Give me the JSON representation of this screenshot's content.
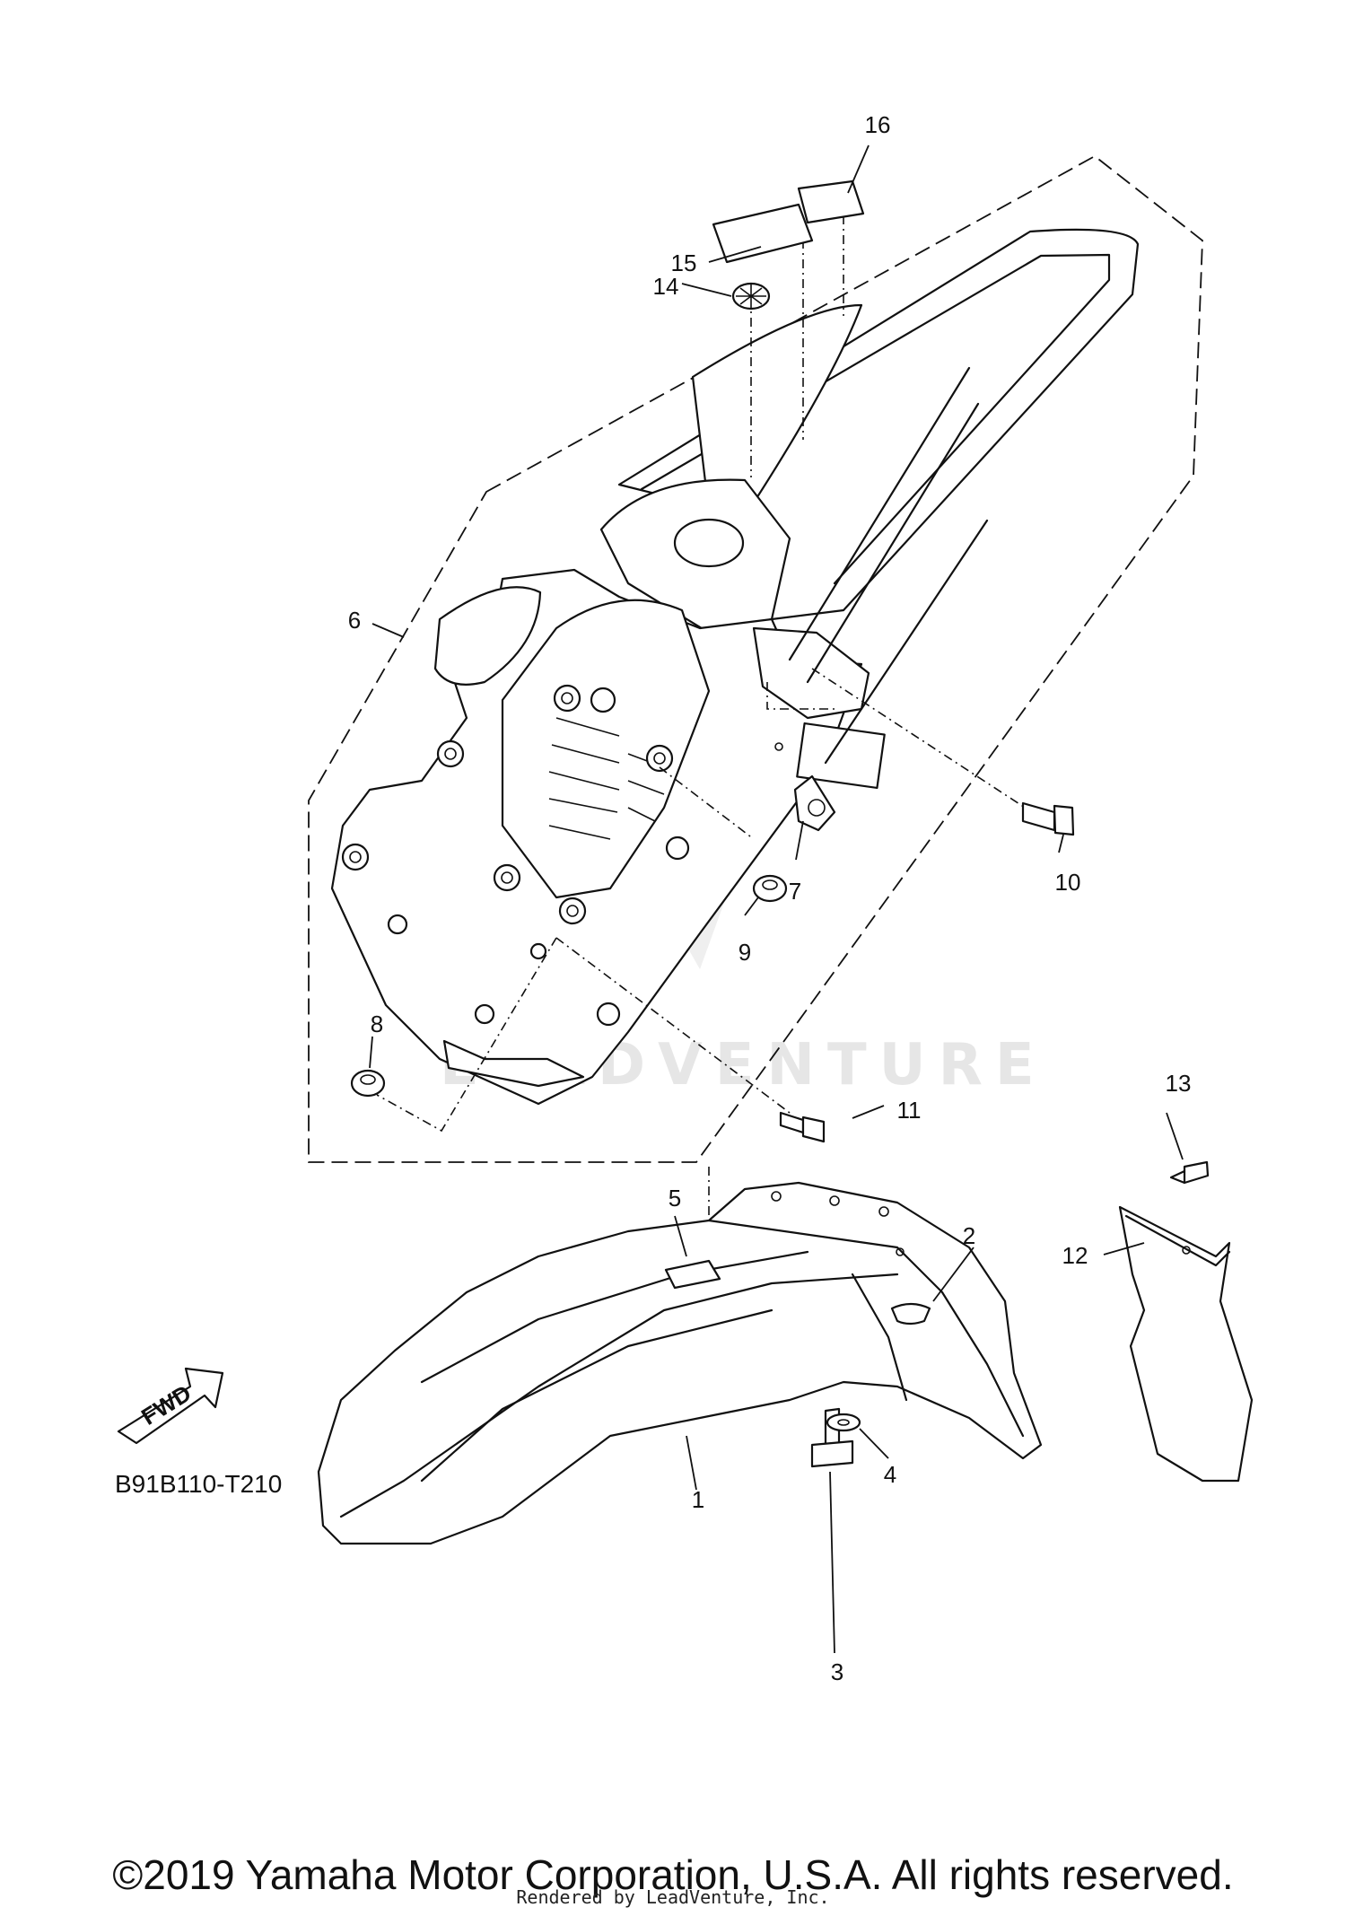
{
  "watermark": "LEADVENTURE",
  "diagram_code": "B91B110-T210",
  "fwd_label": "FWD",
  "copyright": "©2019 Yamaha Motor Corporation, U.S.A. All rights reserved.",
  "rendered_by": "Rendered by LeadVenture, Inc.",
  "callouts": [
    "1",
    "2",
    "3",
    "4",
    "5",
    "6",
    "7",
    "8",
    "9",
    "10",
    "11",
    "12",
    "13",
    "14",
    "15",
    "16"
  ]
}
